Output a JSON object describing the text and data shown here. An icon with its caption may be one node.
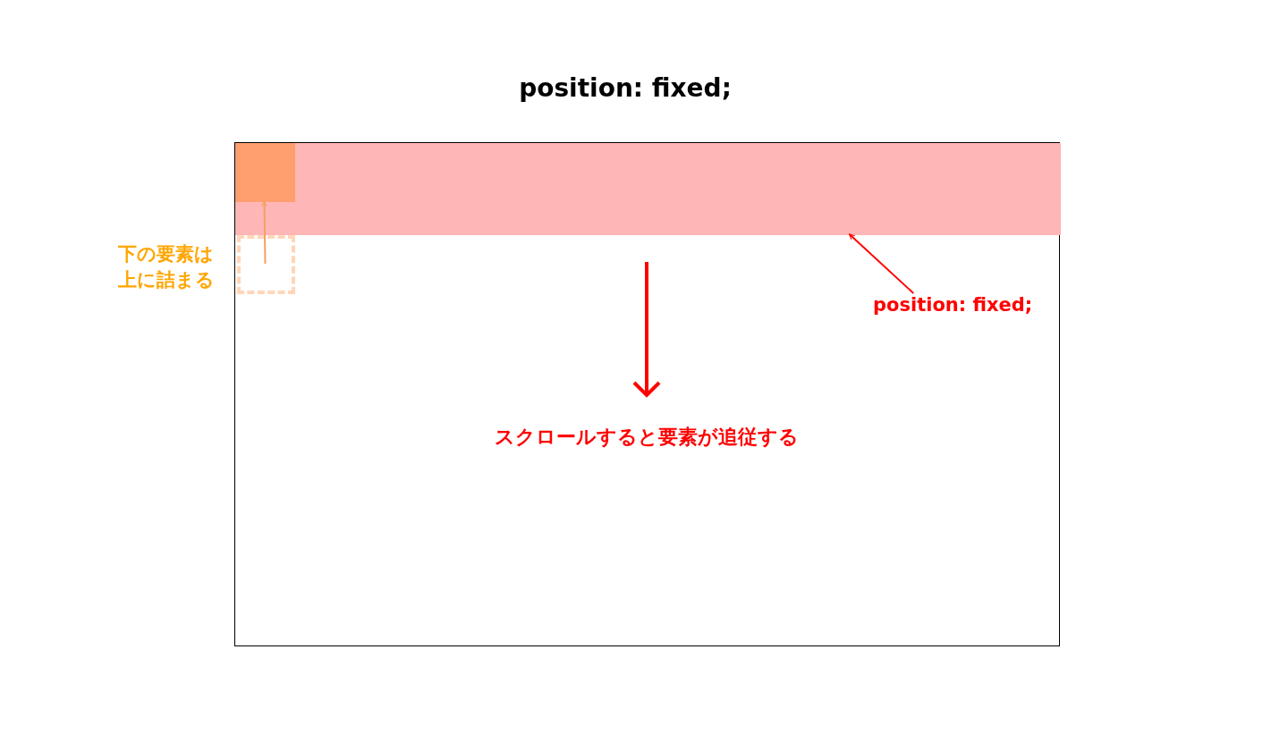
{
  "diagram": {
    "title": "position: fixed;",
    "nodes": [
      {
        "text": [],
        "shape": "box"
      },
      {
        "text": [],
        "shape": "bar",
        "in": 0
      },
      {
        "text": [],
        "shape": "box",
        "in": 1
      },
      {
        "text": [],
        "shape": "box",
        "in": 0,
        "beside": [
          "下の要素は上に詰まる"
        ]
      },
      {
        "text": [
          "position: fixed;"
        ],
        "in": 0
      }
    ],
    "edges": [
      {
        "from": 3,
        "to": 2,
        "arrow": "to",
        "color": "#f5a060"
      },
      {
        "from": 4,
        "to": 1,
        "arrow": "to",
        "color": "#ff0000"
      }
    ],
    "labels": [
      "スクロールすると要素が追従する"
    ]
  }
}
